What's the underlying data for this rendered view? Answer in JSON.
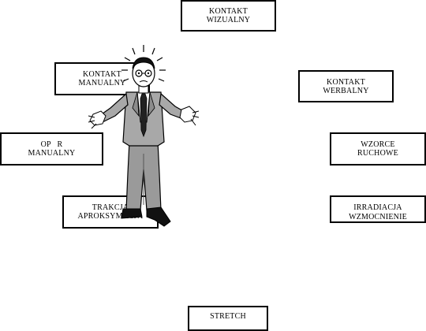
{
  "boxes": {
    "kontakt_wizualny": {
      "line1": "KONTAKT",
      "line2": "WIZUALNY"
    },
    "kontakt_manualny": {
      "line1": "KONTAKT",
      "line2": "MANUALNY"
    },
    "kontakt_werbalny": {
      "line1": "KONTAKT",
      "line2": "WERBALNY"
    },
    "opor_manualny": {
      "line1": "OP   R",
      "line2": "MANUALNY"
    },
    "wzorce_ruchowe": {
      "line1": "WZORCE",
      "line2": "RUCHOWE"
    },
    "trakcja_aproksymacja": {
      "line1": "TRAKCJA",
      "line2": "APROKSYMACJA"
    },
    "irradiacja_wzmocnienie": {
      "line1": "IRRADIACJA",
      "line2": "WZMOCNIENIE"
    },
    "stretch": {
      "line1": "STRETCH"
    }
  },
  "figure": {
    "icon": "confused-man-shrugging-icon"
  }
}
